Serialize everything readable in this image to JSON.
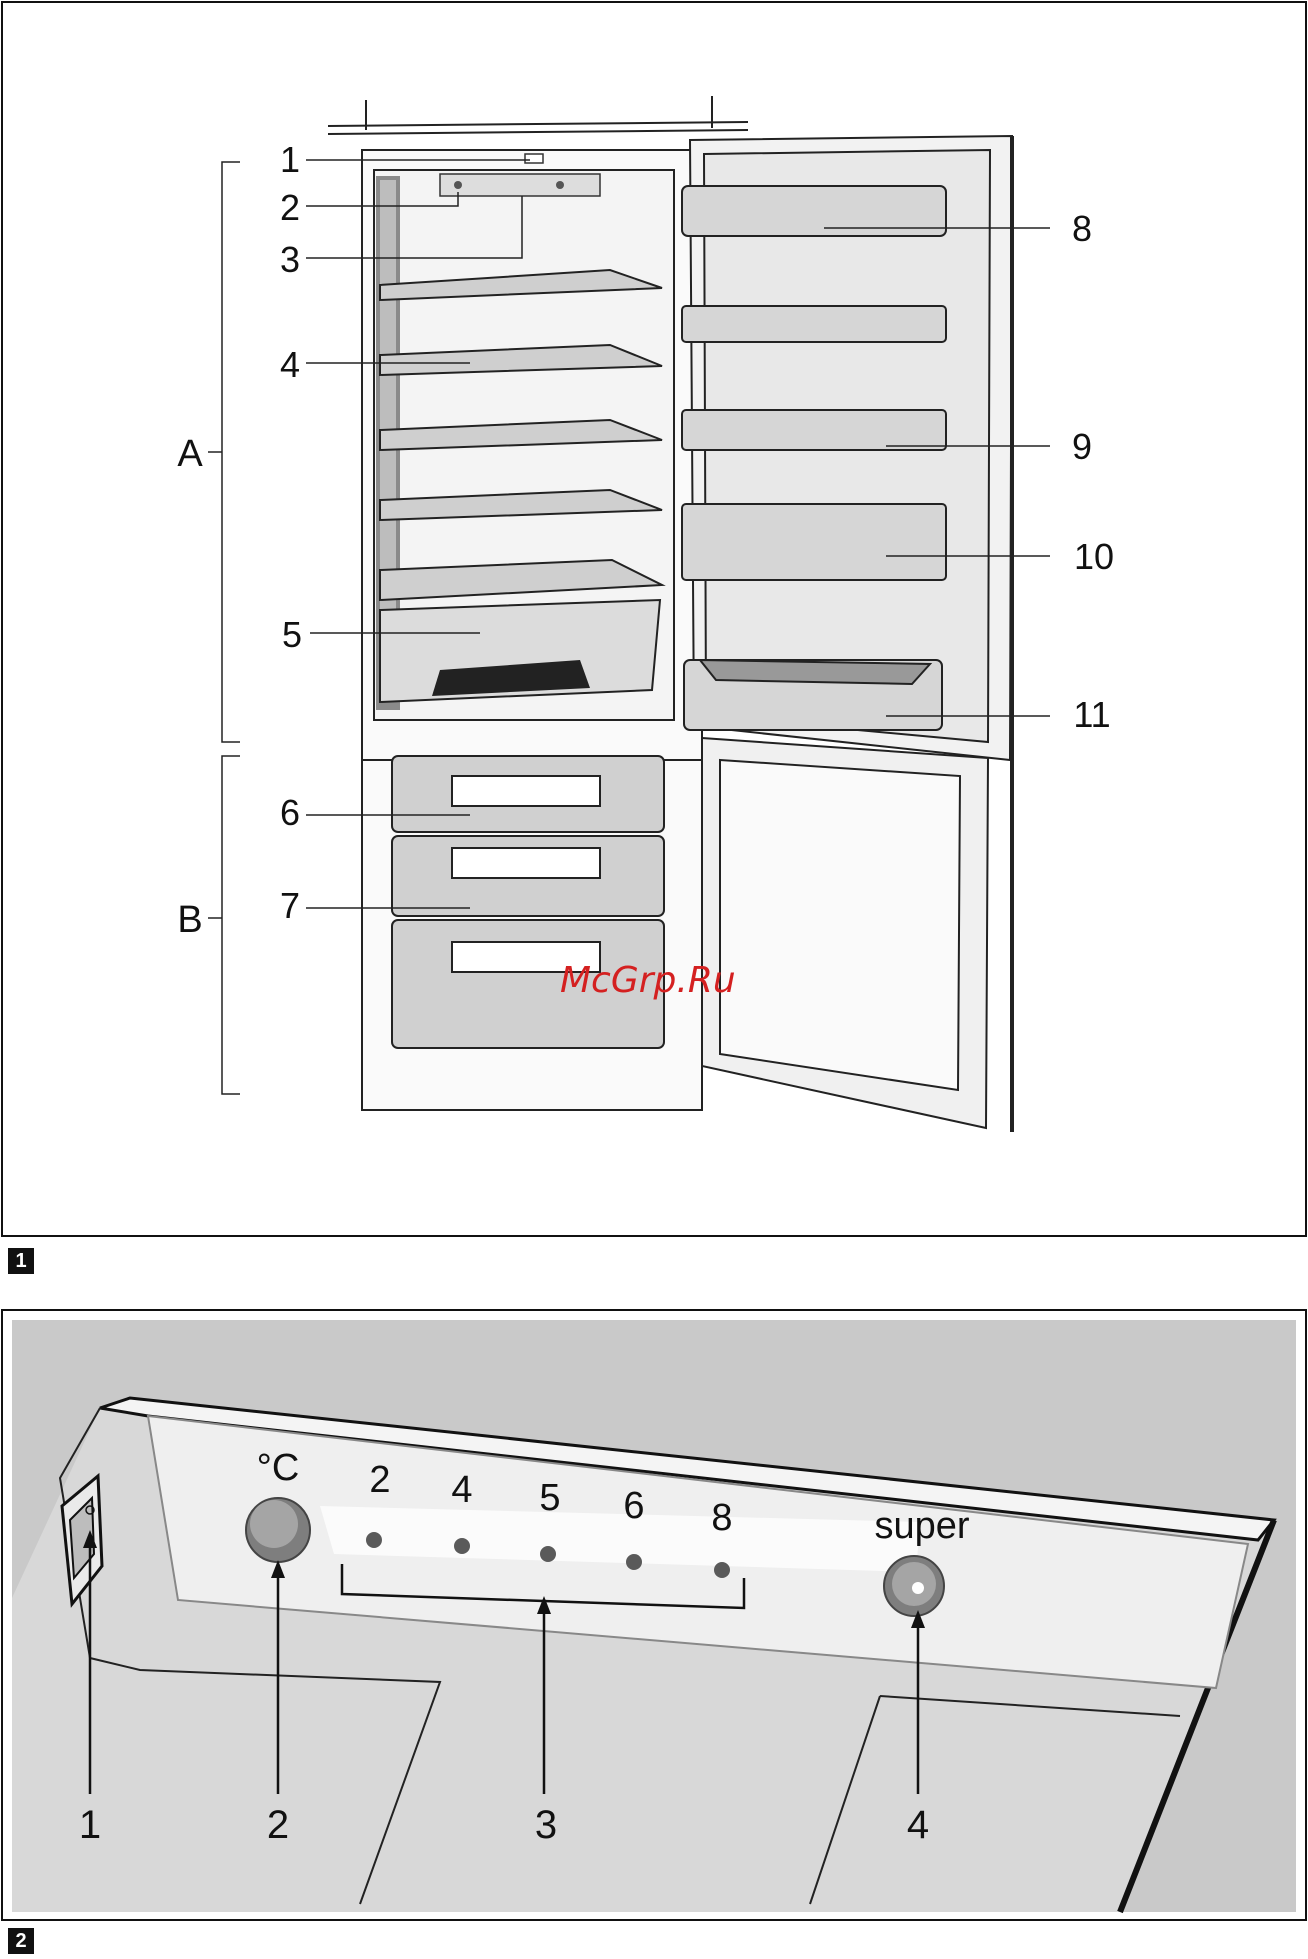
{
  "figure1": {
    "number": "1",
    "callouts": [
      "1",
      "2",
      "3",
      "4",
      "5",
      "6",
      "7",
      "8",
      "9",
      "10",
      "11"
    ],
    "groups": [
      "A",
      "B"
    ],
    "watermark": "McGrp.Ru"
  },
  "figure2": {
    "number": "2",
    "unit_label": "°C",
    "scale": [
      "2",
      "4",
      "5",
      "6",
      "8"
    ],
    "super_label": "super",
    "callouts": [
      "1",
      "2",
      "3",
      "4"
    ]
  }
}
